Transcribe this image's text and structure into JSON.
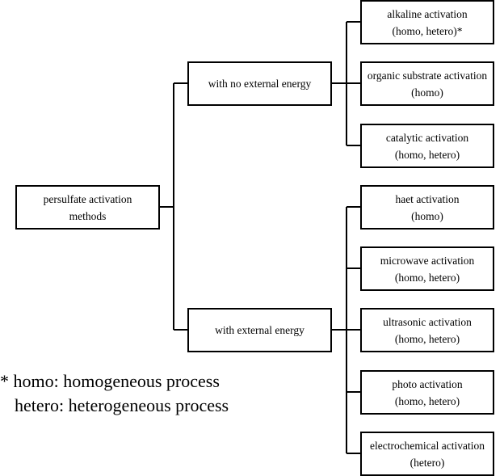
{
  "diagram": {
    "root": {
      "line1": "persulfate activation",
      "line2": "methods"
    },
    "branches": [
      {
        "label": "with no external energy",
        "children": [
          {
            "line1": "alkaline activation",
            "line2": "(homo, hetero)*"
          },
          {
            "line1": "organic substrate activation",
            "line2": "(homo)"
          },
          {
            "line1": "catalytic activation",
            "line2": "(homo, hetero)"
          }
        ]
      },
      {
        "label": "with external energy",
        "children": [
          {
            "line1": "haet activation",
            "line2": "(homo)"
          },
          {
            "line1": "microwave activation",
            "line2": "(homo, hetero)"
          },
          {
            "line1": "ultrasonic activation",
            "line2": "(homo, hetero)"
          },
          {
            "line1": "photo activation",
            "line2": "(homo, hetero)"
          },
          {
            "line1": "electrochemical activation",
            "line2": "(hetero)"
          }
        ]
      }
    ]
  },
  "footnote": {
    "line1": "* homo: homogeneous process",
    "line2": "hetero: heterogeneous process"
  }
}
